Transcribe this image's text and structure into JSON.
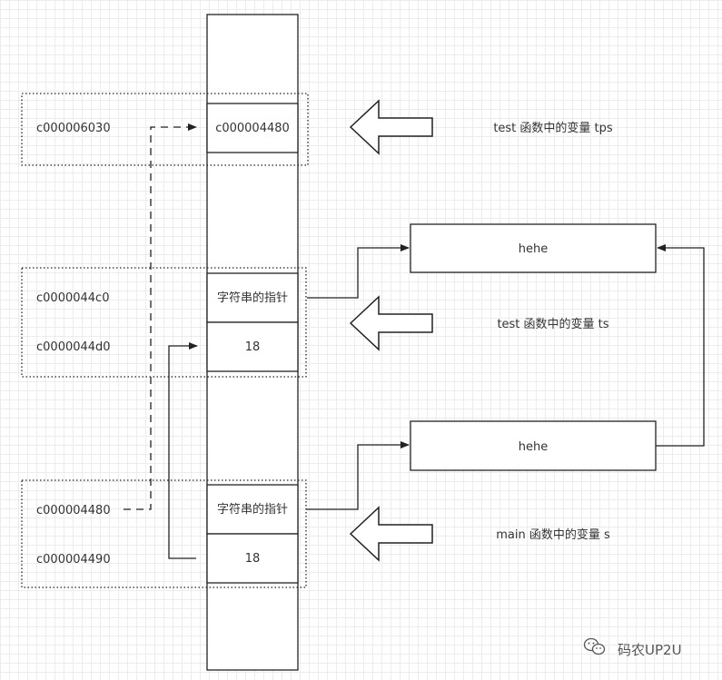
{
  "groups": {
    "test_tps": {
      "address": "c000006030",
      "cell_value": "c000004480",
      "description": "test 函数中的变量 tps"
    },
    "test_ts": {
      "address_ptr": "c0000044c0",
      "address_len": "c0000044d0",
      "ptr_cell": "字符串的指针",
      "len_cell": "18",
      "description": "test 函数中的变量 ts"
    },
    "main_s": {
      "address_ptr": "c000004480",
      "address_len": "c000004490",
      "ptr_cell": "字符串的指针",
      "len_cell": "18",
      "description": "main 函数中的变量 s"
    }
  },
  "strings": {
    "top": "hehe",
    "bottom": "hehe"
  },
  "watermark": {
    "text": "码农UP2U",
    "icon": "wechat-icon"
  }
}
